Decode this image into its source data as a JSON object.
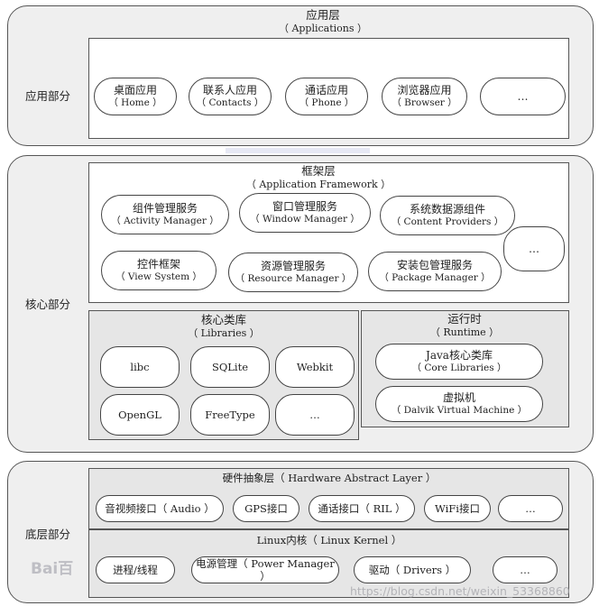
{
  "app_section": {
    "label": "应用部分",
    "title_zh": "应用层",
    "title_en": "（ Applications ）",
    "items": [
      {
        "zh": "桌面应用",
        "en": "（ Home ）"
      },
      {
        "zh": "联系人应用",
        "en": "（ Contacts ）"
      },
      {
        "zh": "通话应用",
        "en": "（ Phone ）"
      },
      {
        "zh": "浏览器应用",
        "en": "（ Browser ）"
      },
      {
        "zh": "…",
        "en": ""
      }
    ]
  },
  "core_section": {
    "label": "核心部分",
    "framework": {
      "title_zh": "框架层",
      "title_en": "（ Application Framework ）",
      "items": [
        {
          "zh": "组件管理服务",
          "en": "（ Activity Manager ）"
        },
        {
          "zh": "窗口管理服务",
          "en": "（ Window Manager ）"
        },
        {
          "zh": "系统数据源组件",
          "en": "（ Content Providers ）"
        },
        {
          "zh": "控件框架",
          "en": "（ View System ）"
        },
        {
          "zh": "资源管理服务",
          "en": "（ Resource Manager ）"
        },
        {
          "zh": "安装包管理服务",
          "en": "（ Package Manager ）"
        },
        {
          "zh": "…",
          "en": ""
        }
      ]
    },
    "libraries": {
      "title_zh": "核心类库",
      "title_en": "（ Libraries ）",
      "items": [
        "libc",
        "SQLite",
        "Webkit",
        "OpenGL",
        "FreeType",
        "…"
      ]
    },
    "runtime": {
      "title_zh": "运行时",
      "title_en": "（ Runtime ）",
      "items": [
        {
          "zh": "Java核心类库",
          "en": "（ Core Libraries ）"
        },
        {
          "zh": "虚拟机",
          "en": "（ Dalvik Virtual Machine ）"
        }
      ]
    }
  },
  "bottom_section": {
    "label": "底层部分",
    "hal": {
      "title": "硬件抽象层（ Hardware Abstract Layer ）",
      "items": [
        "音视频接口（ Audio ）",
        "GPS接口",
        "通话接口（ RIL ）",
        "WiFi接口",
        "…"
      ]
    },
    "kernel": {
      "title": "Linux内核（ Linux Kernel ）",
      "items": [
        "进程/线程",
        "电源管理（ Power Manager ）",
        "驱动（ Drivers ）",
        "…"
      ]
    }
  },
  "watermark": {
    "logo": "Bai百",
    "url": "https://blog.csdn.net/weixin_53368860"
  }
}
